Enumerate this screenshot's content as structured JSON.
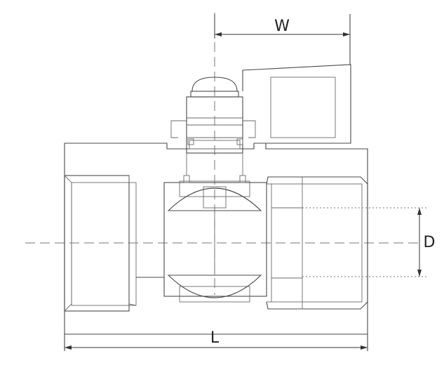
{
  "diagram": {
    "dimension_labels": {
      "width": "W",
      "diameter": "D",
      "length": "L"
    },
    "colors": {
      "line": "#4a4a4a",
      "text": "#222222",
      "background": "#ffffff"
    }
  }
}
